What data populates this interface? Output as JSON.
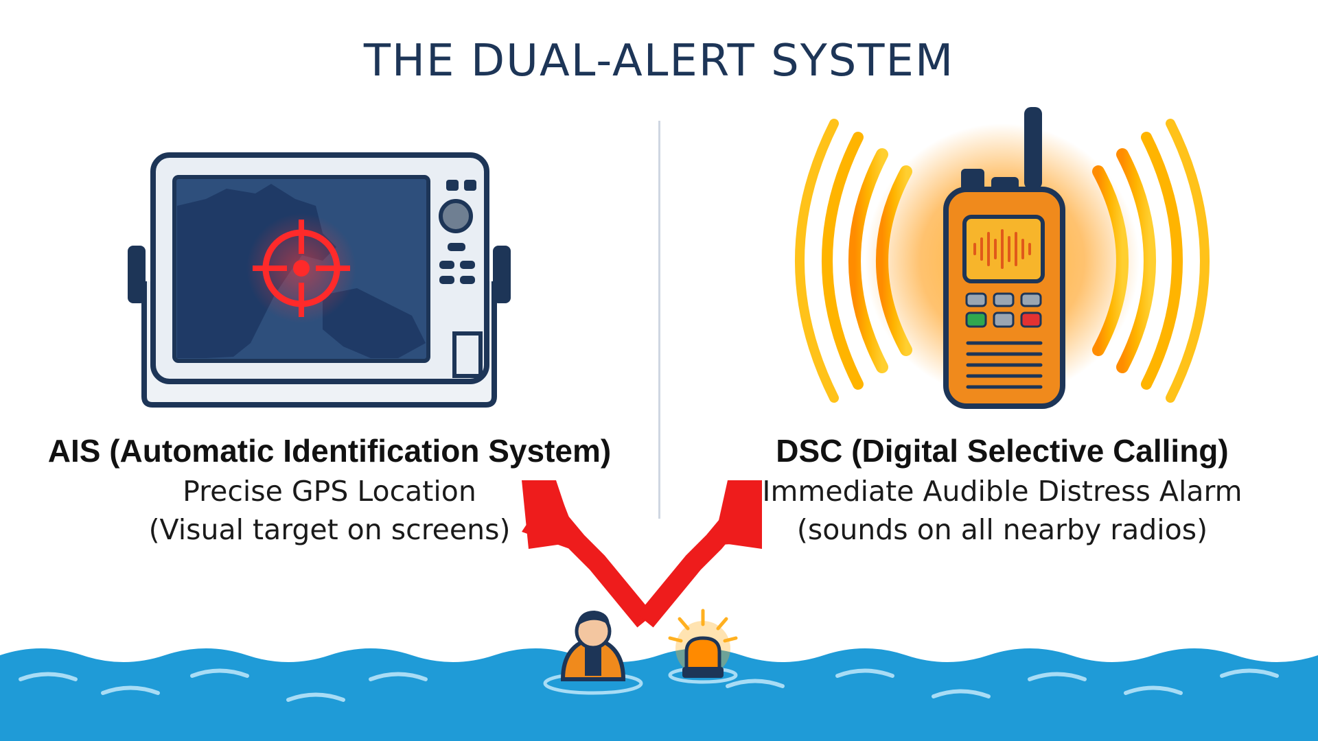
{
  "title": "THE DUAL-ALERT SYSTEM",
  "left": {
    "heading": "AIS (Automatic Identification System)",
    "line1": "Precise GPS Location",
    "line2": "(Visual target on screens)",
    "icon": "chartplotter-target-icon"
  },
  "right": {
    "heading": "DSC (Digital Selective Calling)",
    "line1": "Immediate Audible Distress Alarm",
    "line2": "(sounds on all nearby radios)",
    "icon": "vhf-radio-alarm-icon"
  },
  "bottom": {
    "person": "person-in-water-icon",
    "beacon": "flashing-beacon-icon"
  },
  "colors": {
    "navy": "#1d3557",
    "alert_red": "#ee1c1c",
    "radio_orange": "#f08a1c",
    "water_blue": "#1f9bd7"
  }
}
